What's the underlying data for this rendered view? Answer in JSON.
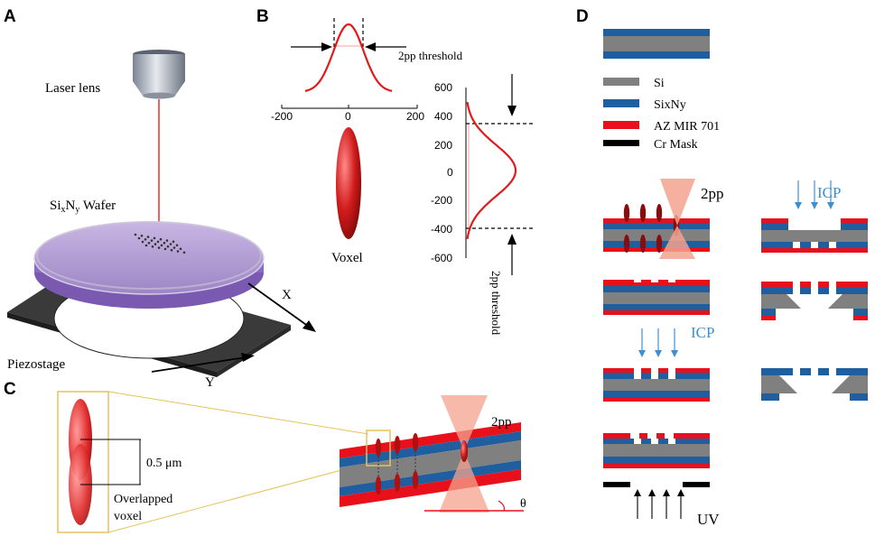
{
  "panels": {
    "a": "A",
    "b": "B",
    "c": "C",
    "d": "D"
  },
  "panel_a": {
    "laser_lens": "Laser lens",
    "wafer_pre": "Si",
    "wafer_x": "x",
    "wafer_mid": "N",
    "wafer_y": "y",
    "wafer_post": " Wafer",
    "piezostage": "Piezostage",
    "axis_x": "X",
    "axis_y": "Y"
  },
  "panel_b": {
    "threshold_top": "2pp threshold",
    "threshold_side": "2pp threshold",
    "voxel": "Voxel",
    "x_ticks": [
      "-200",
      "0",
      "200"
    ],
    "y_ticks": [
      "600",
      "400",
      "200",
      "0",
      "-200",
      "-400",
      "-600"
    ]
  },
  "panel_c": {
    "spacing": "0.5 μm",
    "overlapped_line1": "Overlapped",
    "overlapped_line2": "voxel",
    "twopp": "2pp",
    "theta": "θ"
  },
  "panel_d": {
    "legend": [
      {
        "label": "Si",
        "color": "#808080"
      },
      {
        "label": "SixNy",
        "color": "#1f5fa0"
      },
      {
        "label": "AZ MIR 701",
        "color": "#e8101a"
      },
      {
        "label": "Cr Mask",
        "color": "#000000"
      }
    ],
    "twopp": "2pp",
    "icp_top": "ICP",
    "icp_mid": "ICP",
    "uv": "UV"
  },
  "colors": {
    "si": "#808080",
    "sixny": "#1f5fa0",
    "resist": "#e8101a",
    "mask": "#000000",
    "icp_text": "#3d8fd0",
    "curve": "#e31a1c",
    "cone": "#f4a28e",
    "callout": "#e6c25a",
    "wafer": "#a58cc9"
  }
}
